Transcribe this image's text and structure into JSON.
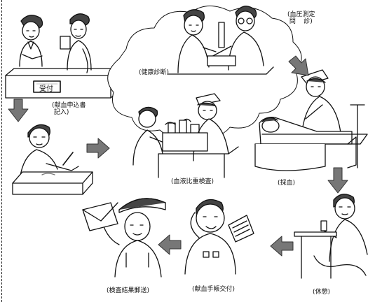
{
  "labels": {
    "reception_sign": "受付",
    "application": "(献血申込書\n 記入)",
    "health_interview": "(健康診断)",
    "bp_interview": "(血圧測定\n 問    診)",
    "hemoglobin_test": "(血液比重検査)",
    "blood_draw": "(採血)",
    "rest": "(休憩)",
    "handbook_issue": "(献血手帳交付)",
    "results_mailing": "(検査結果郵送)"
  }
}
